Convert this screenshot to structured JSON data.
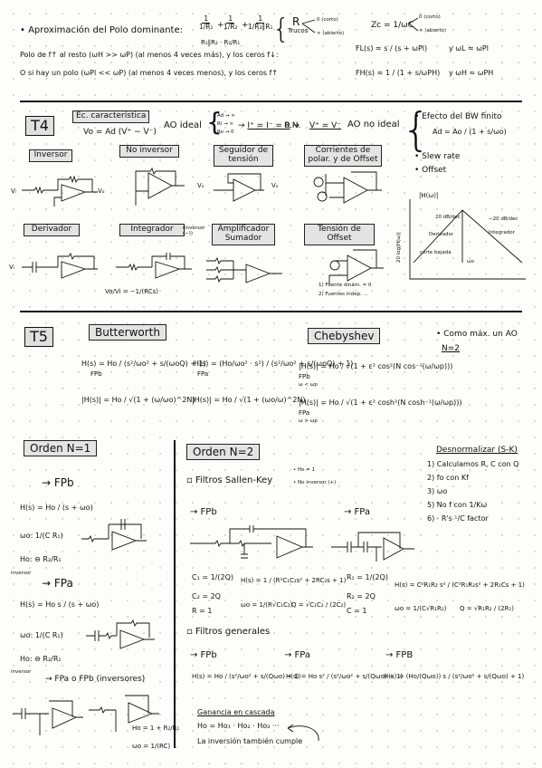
{
  "top": {
    "title": "• Aproximación del Polo dominante:",
    "tau_expr": [
      "1/R₁",
      "+",
      "1/R₂",
      "+",
      "1/R₃∥R₁"
    ],
    "tau_den": "R₁∥R₂ · R₂/R₁",
    "trucos": "Trucos",
    "r_arrow_top": "0 (corto)",
    "r_arrow_bot": "∞ (abierto)",
    "r_letter": "R",
    "zc": "Zc = 1/ωC",
    "zc_top": "0 (corto)",
    "zc_bot": "∞ (abierto)",
    "line1": "Polo de f↑ al resto (ωH >> ωP) (al menos 4 veces más), y los ceros f↓:",
    "line2": "O si hay un polo (ωPl << ωP) (al menos 4 veces menos), y los ceros f↑",
    "fl": "FL(s) ≈ s / (s + ωPl)",
    "fl_rel": "y  ωL ≈ ωPl",
    "fh": "FH(s) ≈ 1 / (1 + s/ωPH)",
    "fh_rel": "y  ωH ≈ ωPH"
  },
  "t4": {
    "label": "T4",
    "ec_label": "Ec. característica",
    "ec_formula": "Vo = Ad (V⁺ − V⁻)",
    "ao_ideal": "AO ideal",
    "ideal_conds": [
      "Ad → ∞",
      "Ri → ∞",
      "Ro → 0"
    ],
    "ideal_res": "I⁺ = I⁻ = 0",
    "rn": "R.N.",
    "rn_res": "V⁺ = V⁻",
    "ao_no_ideal": "AO no ideal",
    "effects": [
      "• Efecto del BW finito",
      "• Slew rate",
      "• Offset"
    ],
    "ad_formula": "Ad = Ao / (1 + s/ωo)",
    "circuits": [
      "Inversor",
      "No inversor",
      "Seguidor de tensión",
      "Corrientes de polar. y de Offset",
      "Derivador",
      "Integrador",
      "Amplificador Sumador",
      "Tensión de Offset"
    ],
    "integrador_note": "(inversor (−))",
    "vo_vi": "Vo/Vi = −1/(RCs)",
    "offset_steps": [
      "1) Fuente dinám. = 0",
      "2) Fuentes indep. ..."
    ],
    "bode": {
      "ylabel": "20 log|H(ω)|",
      "title": "|H(ω)|",
      "up": "20 dB/dec",
      "down": "−20 dB/dec",
      "deriv": "Derivador",
      "integ": "Integrador",
      "corte": "corte bajada",
      "wo": "ωo"
    }
  },
  "t5": {
    "label": "T5",
    "butterworth": "Butterworth",
    "chebyshev": "Chebyshev",
    "como_max": "• Como máx. un AO",
    "n2": "N=2",
    "bw_fpb": "H(s) = Ho / (s²/ωo² + s/(ωoQ) + 1)",
    "bw_fpa": "H(s) = (Ho/ωo² · s²) / (s²/ωo² + s/(ωoQ) + 1)",
    "bw_mag_fpb": "|H(s)| = Ho / √(1 + (ω/ωo)^2N)",
    "bw_mag_fpa": "|H(s)| = Ho / √(1 + (ωo/ω)^2N)",
    "ch_fpb": "|H(s)| = Ho / √(1 + ε² cos²(N cos⁻¹(ω/ωp)))",
    "ch_fpa": "|H(s)| = Ho / √(1 + ε² cosh²(N cosh⁻¹(ω/ωp)))",
    "fpb": "FPb",
    "fpa": "FPa",
    "wlt": "ω < ωp",
    "wgt": "ω > ωp",
    "h_label": "H(s)",
    "orden1": "Orden N=1",
    "orden2": "Orden N=2",
    "o1_fpb": "→ FPb",
    "o1_h": "H(s) = Ho / (s + ωo)",
    "o1_w": "ωo: 1/(C R₁)",
    "o1_ho": "Ho: ⊖ R₂/R₁",
    "inversor": "inversor",
    "o1_fpa": "→ FPa",
    "o1_h2": "H(s) = Ho s / (s + ωo)",
    "o1_w2": "ωo: 1/(C R₁)",
    "o1_ho2": "Ho: ⊖ R₂/R₁",
    "o1_inv_title": "→ FPa o FPb (inversores)",
    "o1_last": "Ho = 1 + R₂/R₁",
    "o1_last2": "ωo = 1/(RC)",
    "sk": "▫ Filtros Sallen-Key",
    "sk_notes": [
      "• Ho = 1",
      "• No inversor (+)"
    ],
    "sk_fpb": "→ FPb",
    "sk_fpa": "→ FPa",
    "sk_c1": "C₁ = 1/(2Q)",
    "sk_c2": "C₂ = 2Q",
    "sk_r": "R = 1",
    "sk_hfpb": "H(s) = 1 / (R²C₁C₂s² + 2RC₂s + 1)",
    "sk_wo": "ωo = 1/(R√C₁C₂)",
    "sk_q": "Q = √C₁C₂ / (2C₂)",
    "sk_r1": "R₁ = 1/(2Q)",
    "sk_r2": "R₂ = 2Q",
    "sk_c": "C = 1",
    "sk_hfpa": "H(s) = C²R₁R₂ s² / (C²R₁R₂s² + 2R₁Cs + 1)",
    "sk_wo2": "ωo = 1/(C√R₁R₂)",
    "sk_q2": "Q = √R₁R₂ / (2R₁)",
    "fg": "▫ Filtros generales",
    "fg_fpb": "→ FPb",
    "fg_fpa": "→ FPa",
    "fg_fpbp": "→ FPB",
    "fg_h1": "H(s) = Ho / (s²/ωo² + s/(Qωo) + 1)",
    "fg_h2": "H(s) = Ho s² / (s²/ωo² + s/(Qωo) + 1)",
    "fg_h3": "H(s) = (Ho/(Qωo)) s / (s²/ωo² + s/(Qωo) + 1)",
    "cascada": "Ganancia en cascada",
    "cascada_f": "Ho = Ho₁ · Ho₂ · Ho₃ ···",
    "inversion": "La inversión también cumple",
    "desnorm": "Desnormalizar (S-K)",
    "steps": [
      "1) Calculamos R, C con Q",
      "2) fo con Kf",
      "3) ωo",
      "5) No f con 1/Kω",
      "6) · R's ¹/C factor"
    ]
  }
}
